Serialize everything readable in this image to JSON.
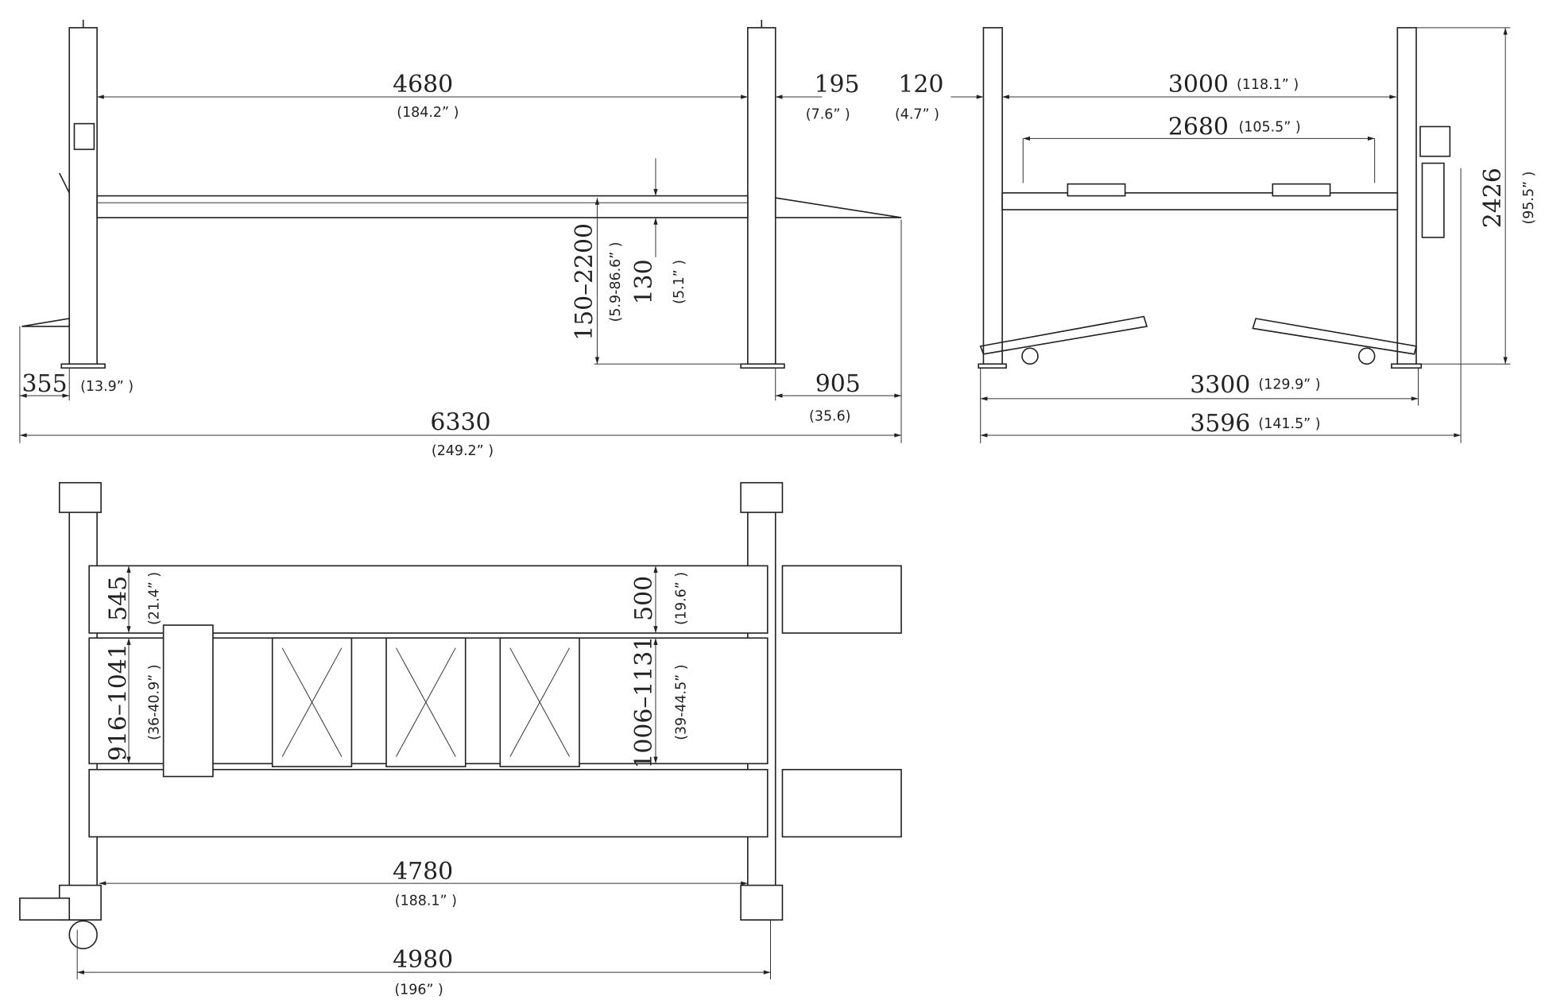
{
  "side_view": {
    "post_span": {
      "mm": "4680",
      "in": "(184.2” )"
    },
    "ramp_offset": {
      "mm": "195",
      "in": "(7.6” )"
    },
    "lift_height": {
      "mm": "150–2200",
      "in": "(5.9-86.6” )"
    },
    "runway_height": {
      "mm": "130",
      "in": "(5.1” )"
    },
    "rear_ramp": {
      "mm": "355",
      "in": "(13.9” )"
    },
    "front_ramp": {
      "mm": "905",
      "in": "(35.6)"
    },
    "overall_length": {
      "mm": "6330",
      "in": "(249.2” )"
    }
  },
  "front_view": {
    "post_offset": {
      "mm": "120",
      "in": "(4.7” )"
    },
    "inner_width": {
      "mm": "3000",
      "in": "(118.1” )"
    },
    "runway_width": {
      "mm": "2680",
      "in": "(105.5” )"
    },
    "base_width": {
      "mm": "3300",
      "in": "(129.9” )"
    },
    "overall_width": {
      "mm": "3596",
      "in": "(141.5” )"
    },
    "overall_height": {
      "mm": "2426",
      "in": "(95.5” )"
    }
  },
  "top_view": {
    "left_runway_width": {
      "mm": "545",
      "in": "(21.4” )"
    },
    "right_runway_width": {
      "mm": "500",
      "in": "(19.6” )"
    },
    "left_gap": {
      "mm": "916–1041",
      "in": "(36-40.9” )"
    },
    "right_gap": {
      "mm": "1006–1131",
      "in": "(39-44.5” )"
    },
    "inner_length": {
      "mm": "4780",
      "in": "(188.1” )"
    },
    "outer_length": {
      "mm": "4980",
      "in": "(196” )"
    }
  }
}
